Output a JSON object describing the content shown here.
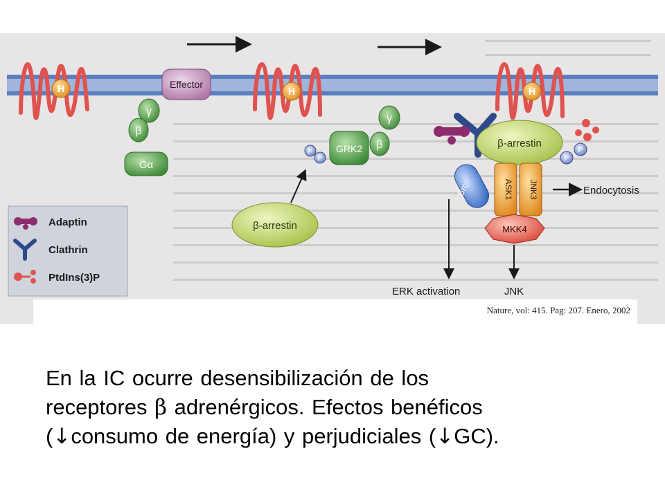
{
  "figure": {
    "labels": {
      "effector": "Effector",
      "h": "H",
      "gamma": "γ",
      "beta": "β",
      "galpha": "Gα",
      "grk2": "GRK2",
      "p": "P",
      "beta_arrestin": "β-arrestin",
      "src": "Src",
      "ask1": "ASK1",
      "jnk3": "JNK3",
      "mkk4": "MKK4",
      "endocytosis": "Endocytosis",
      "erk_activation": "ERK activation",
      "jnk": "JNK"
    },
    "legend": [
      {
        "label": "Adaptin",
        "icon": "adaptin-icon"
      },
      {
        "label": "Clathrin",
        "icon": "clathrin-icon"
      },
      {
        "label": "PtdIns(3)P",
        "icon": "ptdins3p-icon"
      }
    ],
    "colors": {
      "membrane": "#5a7fc0",
      "receptor": "#e0524f",
      "h_ball": "#f2a93a",
      "g_protein": "#4f9e48",
      "effector": "#c9a4c6",
      "grk2": "#78b85e",
      "arrestin": "#c4d974",
      "p_circle": "#7b95c9",
      "src": "#5a8de0",
      "ask_jnk": "#e8a13a",
      "mkk4": "#e86a5a",
      "legend_bg": "#cfd4dc"
    }
  },
  "citation": "Nature, vol: 415. Pag: 207. Enero, 2002",
  "body_text": {
    "line1": "En la IC ocurre desensibilización de los",
    "line2_a": "receptores ",
    "beta": "β",
    "line2_b": " adrenérgicos. Efectos benéficos",
    "line3_a": "(",
    "down_arrow": "↓",
    "line3_b": "consumo de energía) y perjudiciales (",
    "line3_c": "GC)."
  }
}
